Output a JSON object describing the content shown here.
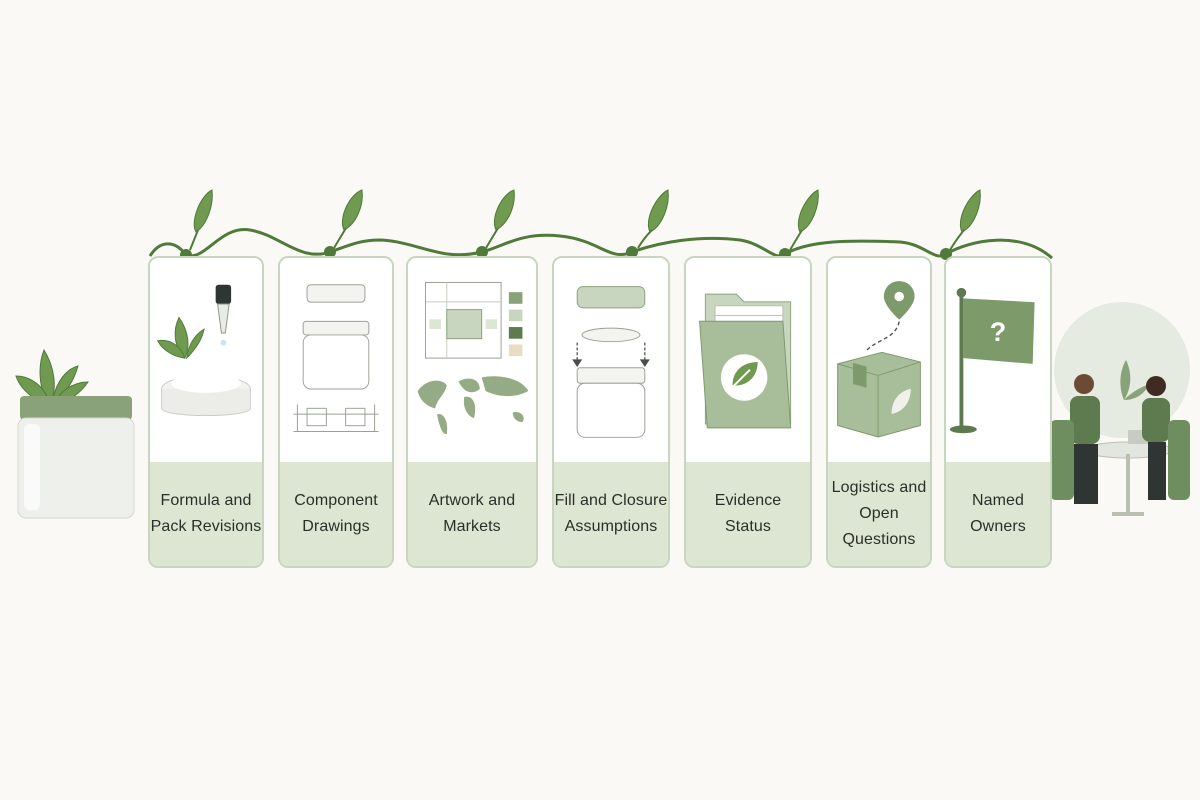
{
  "steps": [
    {
      "label": "Formula and\nPack Revisions",
      "icon": "cream-dropper-icon"
    },
    {
      "label": "Component\nDrawings",
      "icon": "jar-components-icon"
    },
    {
      "label": "Artwork and\nMarkets",
      "icon": "artwork-map-icon"
    },
    {
      "label": "Fill and Closure\nAssumptions",
      "icon": "fill-closure-icon"
    },
    {
      "label": "Evidence\nStatus",
      "icon": "leaf-folder-icon"
    },
    {
      "label": "Logistics and\nOpen Questions",
      "icon": "parcel-pin-icon"
    },
    {
      "label": "Named\nOwners",
      "icon": "question-flag-icon"
    }
  ],
  "colors": {
    "sage": "#8aa27a",
    "sage_dark": "#5e7a4f",
    "leaf": "#6f9a4f",
    "vine": "#4f7a3a",
    "card_label_bg": "#dde5d3",
    "card_border": "#c9d6bf"
  }
}
